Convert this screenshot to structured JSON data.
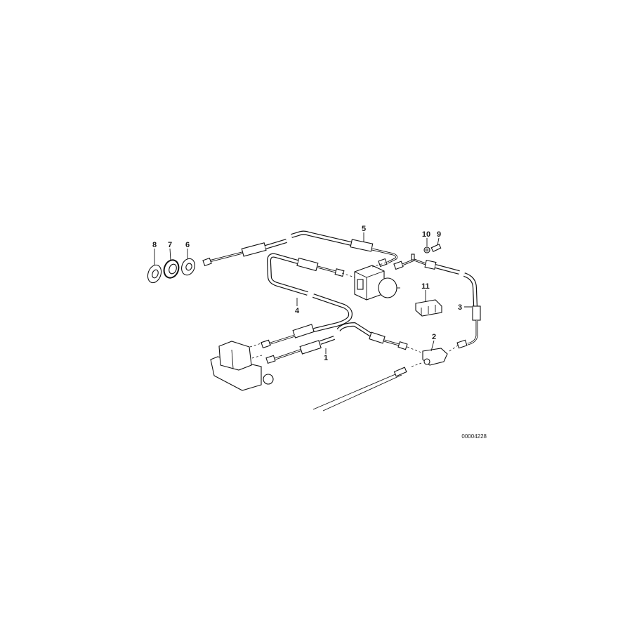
{
  "diagram": {
    "labels": {
      "p1": "1",
      "p2": "2",
      "p3": "3",
      "p4": "4",
      "p5": "5",
      "p6": "6",
      "p7": "7",
      "p8": "8",
      "p9": "9",
      "p10": "10",
      "p11": "11"
    },
    "catalog_number": "00004228",
    "line_color": "#111111",
    "background": "#ffffff"
  }
}
